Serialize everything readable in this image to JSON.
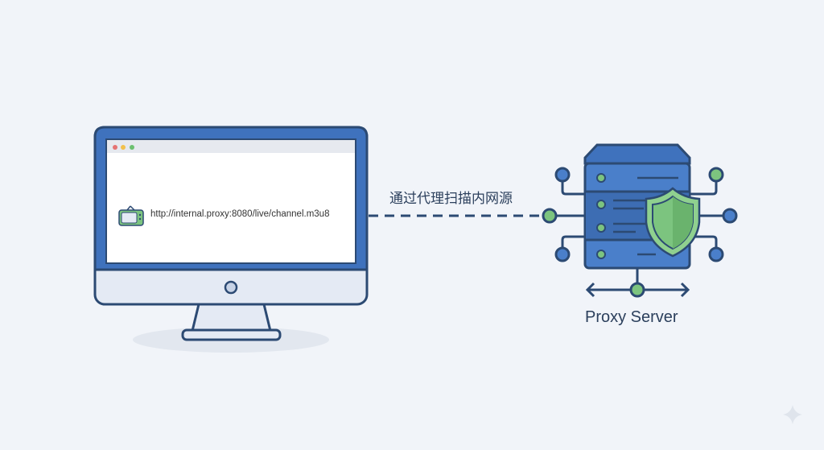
{
  "monitor": {
    "url": "http://internal.proxy:8080/live/channel.m3u8"
  },
  "connection": {
    "caption": "通过代理扫描内网源"
  },
  "server": {
    "label": "Proxy Server"
  },
  "colors": {
    "blue": "#3f72bd",
    "dark": "#2c4a73",
    "green": "#7cc47f",
    "background": "#f1f4f9"
  }
}
